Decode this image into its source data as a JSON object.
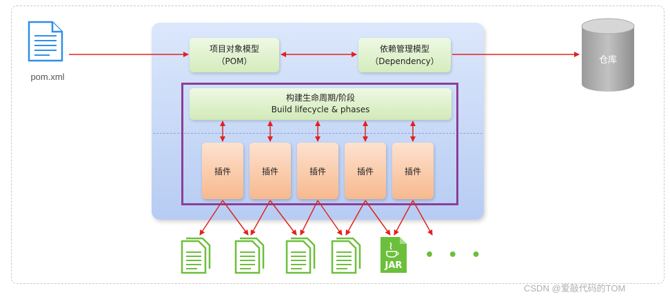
{
  "pom_file": {
    "label": "pom.xml",
    "icon": "xml-file-icon"
  },
  "project_model": {
    "line1": "项目对象模型",
    "line2": "（POM）"
  },
  "dependency_model": {
    "line1": "依赖管理模型",
    "line2": "（Dependency）"
  },
  "repository": {
    "label": "仓库",
    "icon": "database-icon"
  },
  "lifecycle": {
    "line1": "构建生命周期/阶段",
    "line2": "Build lifecycle & phases"
  },
  "plugins": [
    "插件",
    "插件",
    "插件",
    "插件",
    "插件"
  ],
  "outputs": {
    "jar_label": "JAR",
    "more": "• • •"
  },
  "watermark": "CSDN @爱敲代码的TOM",
  "colors": {
    "arrow": "#e0221f",
    "boundary": "#8b3d98",
    "doc": "#6cbf3a",
    "file": "#2f8ee8"
  }
}
